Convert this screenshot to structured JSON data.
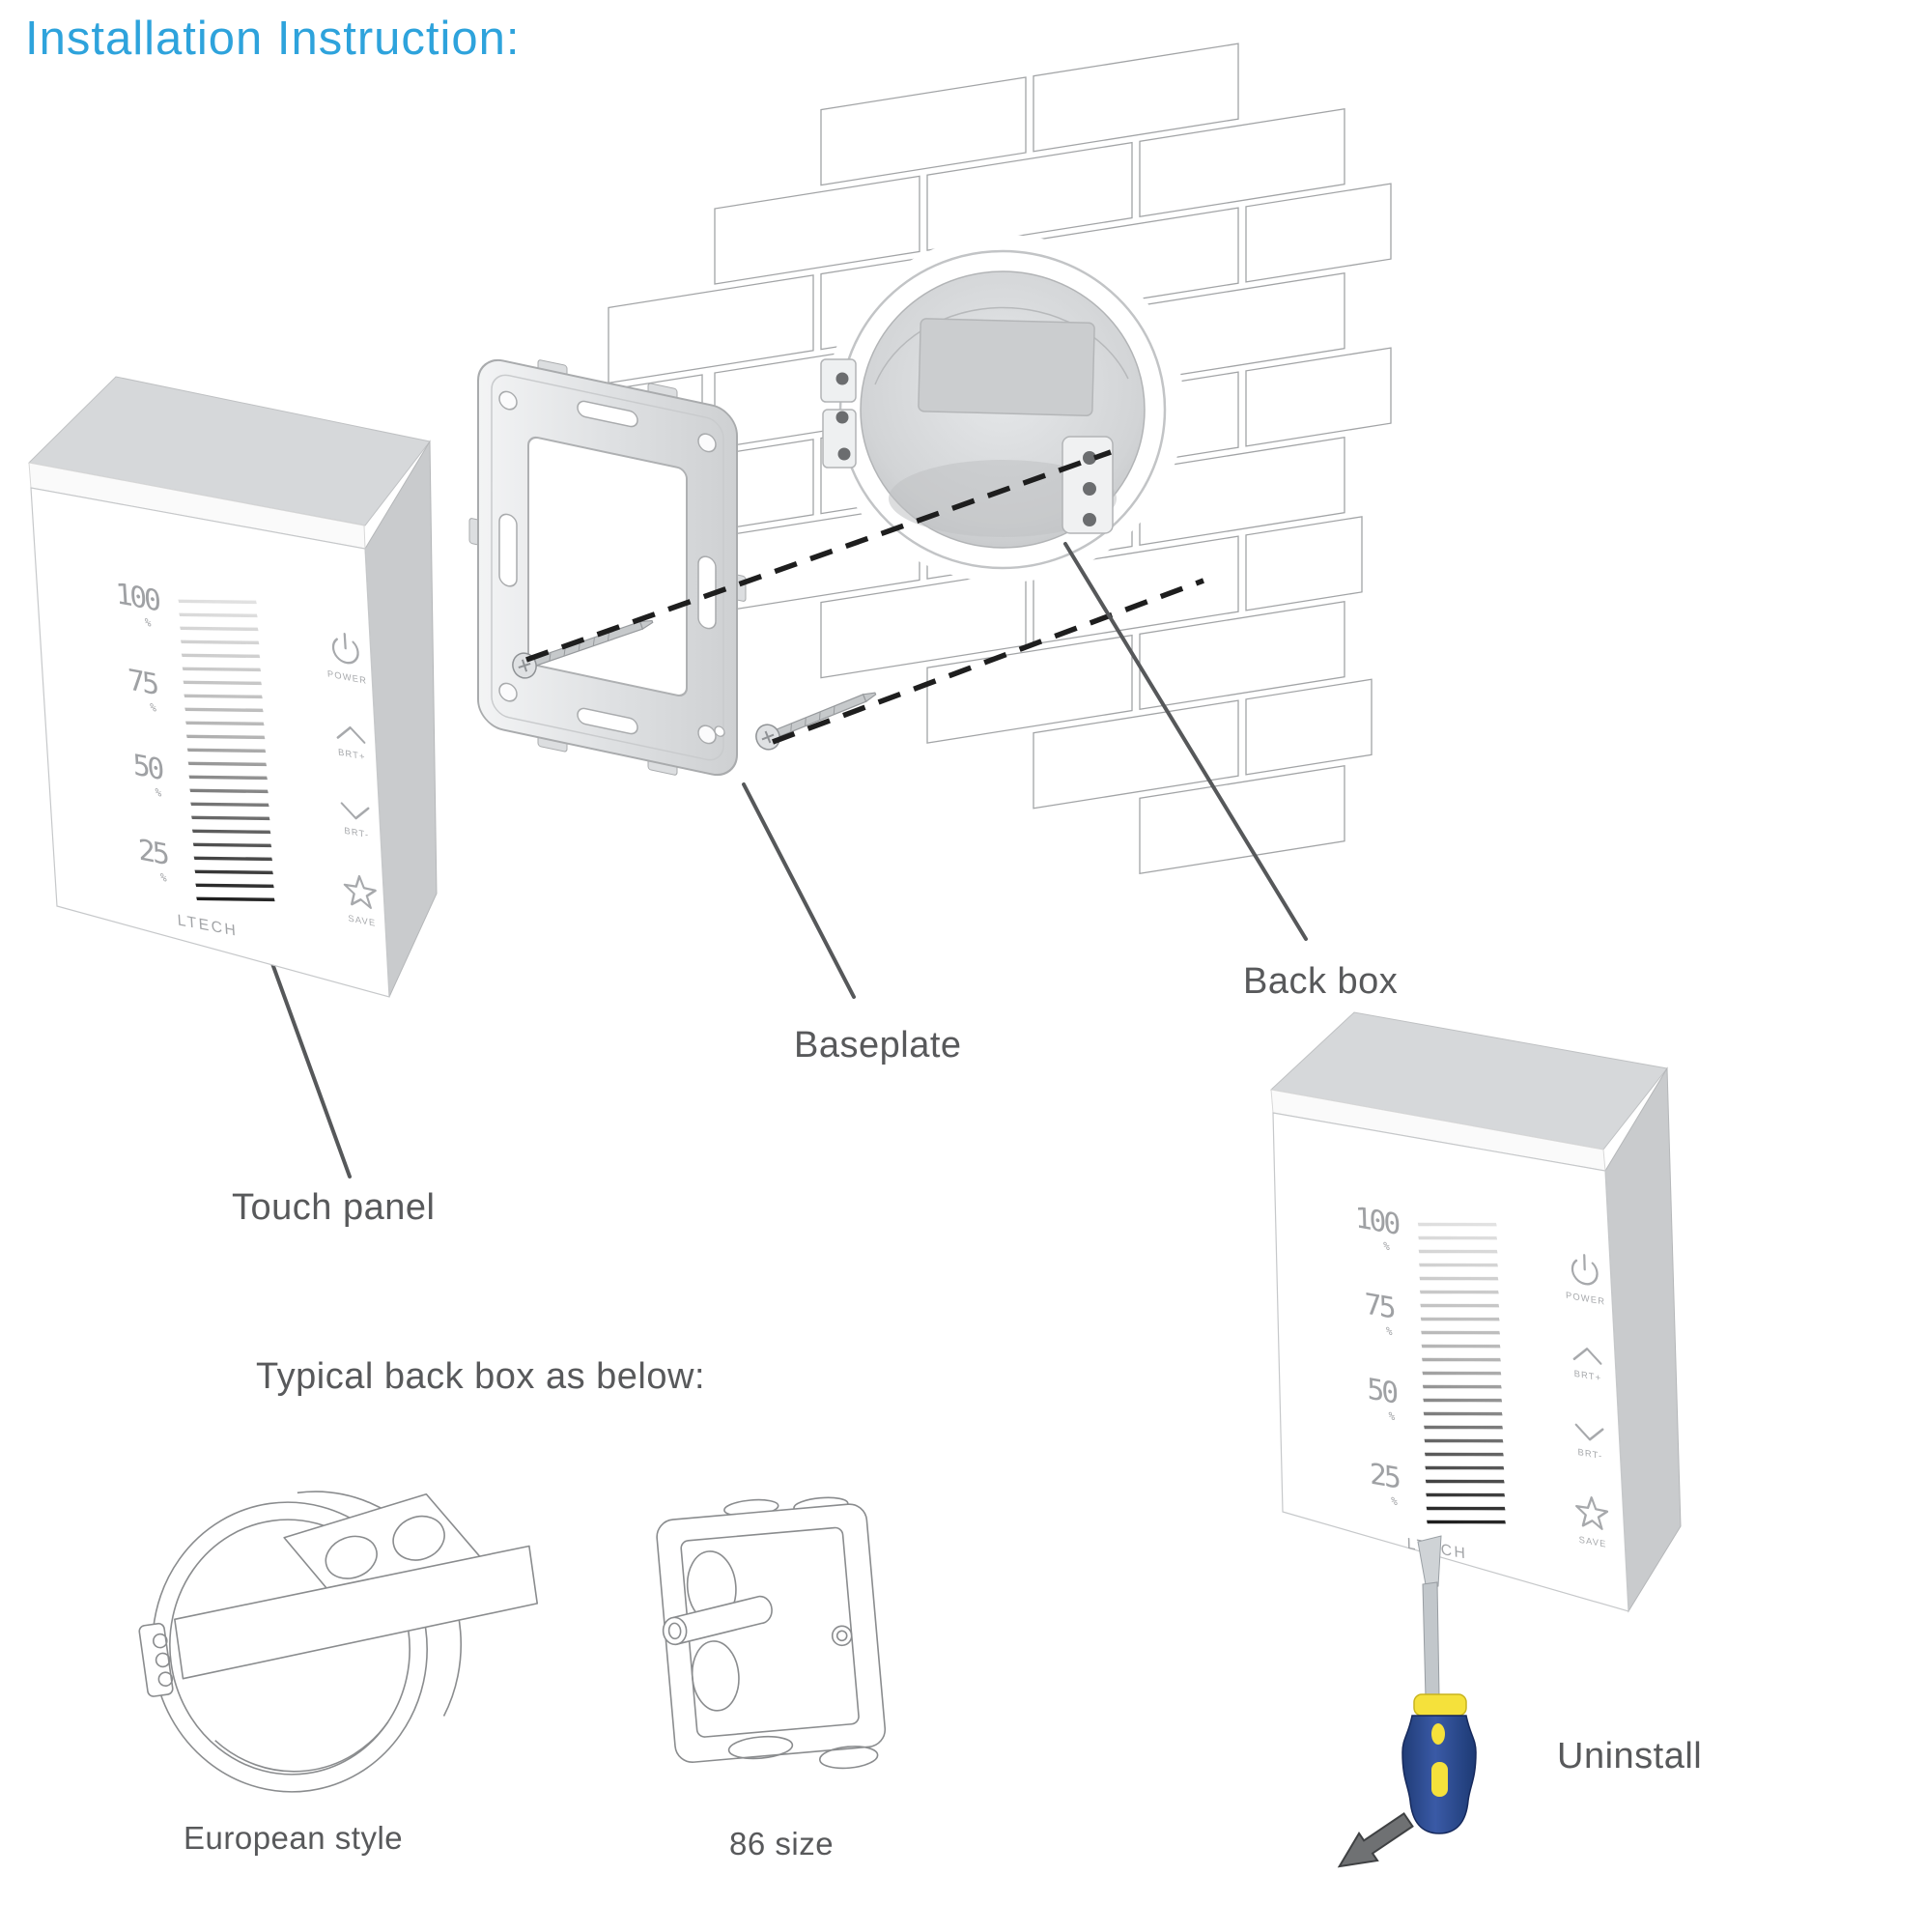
{
  "title": "Installation Instruction:",
  "panel": {
    "brand": "LTECH",
    "percent_labels": [
      "100",
      "75",
      "50",
      "25"
    ],
    "percent_unit": "%",
    "buttons": {
      "power": "POWER",
      "brt_plus": "BRT+",
      "brt_minus": "BRT-",
      "save": "SAVE"
    }
  },
  "labels": {
    "touch_panel": "Touch panel",
    "baseplate": "Baseplate",
    "back_box": "Back box",
    "typical_back_box": "Typical back box as below:",
    "european_style": "European style",
    "size_86": "86 size",
    "uninstall": "Uninstall"
  },
  "colors": {
    "title_accent": "#2EA3DC",
    "label_text": "#58595B",
    "screwdriver_handle": "#2A4A92",
    "screwdriver_accent": "#F5E13B"
  }
}
